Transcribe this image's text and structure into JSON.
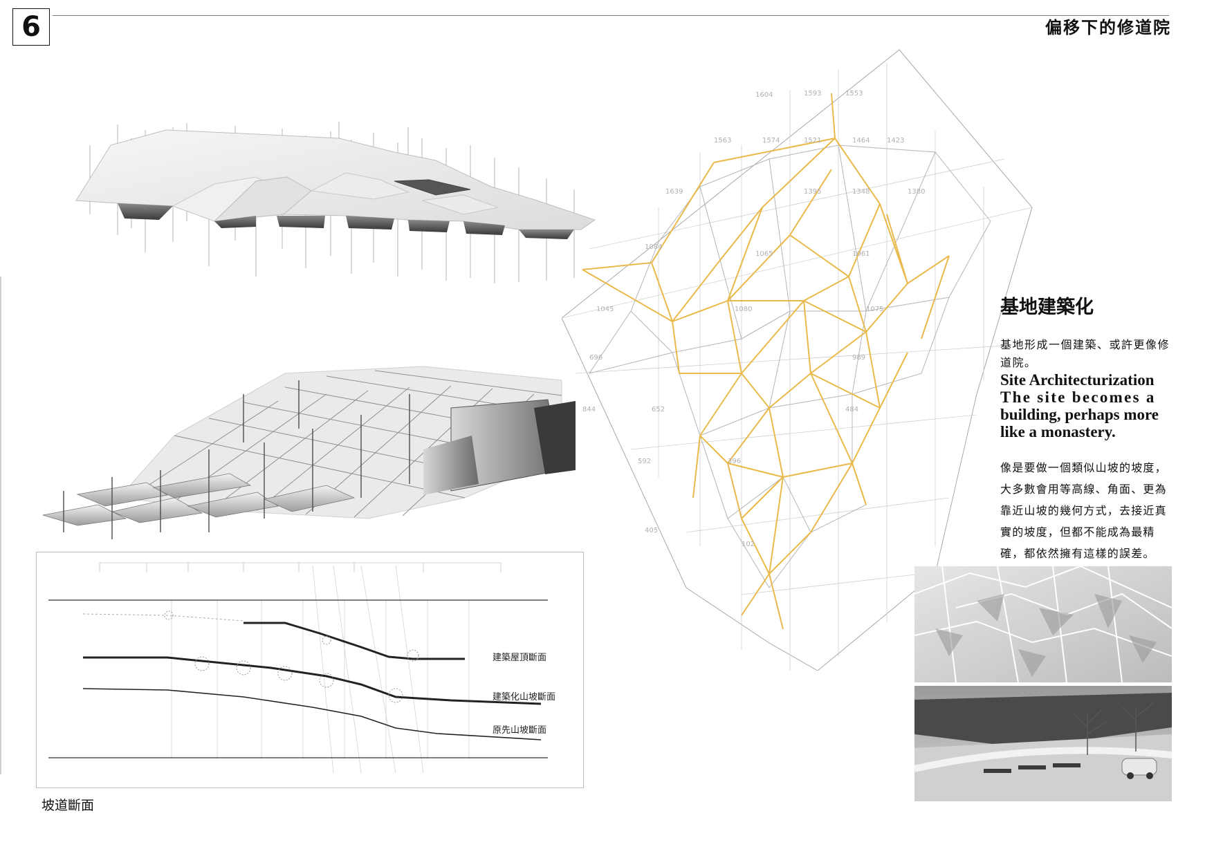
{
  "page": {
    "number": "6",
    "title": "偏移下的修道院"
  },
  "section_diagram": {
    "caption": "坡道斷面",
    "labels": {
      "building_roof_section": "建築屋頂斷面",
      "architecturized_slope_section": "建築化山坡斷面",
      "original_slope_section": "原先山坡斷面"
    }
  },
  "text_block": {
    "heading_zh": "基地建築化",
    "paragraph_zh_1": "基地形成一個建築、或許更像修道院。",
    "heading_en_line1": "Site Architecturization",
    "heading_en_line2": "The site becomes a",
    "heading_en_line3": "building, perhaps more",
    "heading_en_line4": "like a monastery.",
    "paragraph_zh_2": "像是要做一個類似山坡的坡度，大多數會用等高線、角面、更為靠近山坡的幾何方式，去接近真實的坡度，但都不能成為最精確，都依然擁有這樣的誤差。"
  },
  "colors": {
    "accent_arrow": "#e9b94a",
    "line_gray": "#9a9a9a",
    "ink": "#111111"
  }
}
